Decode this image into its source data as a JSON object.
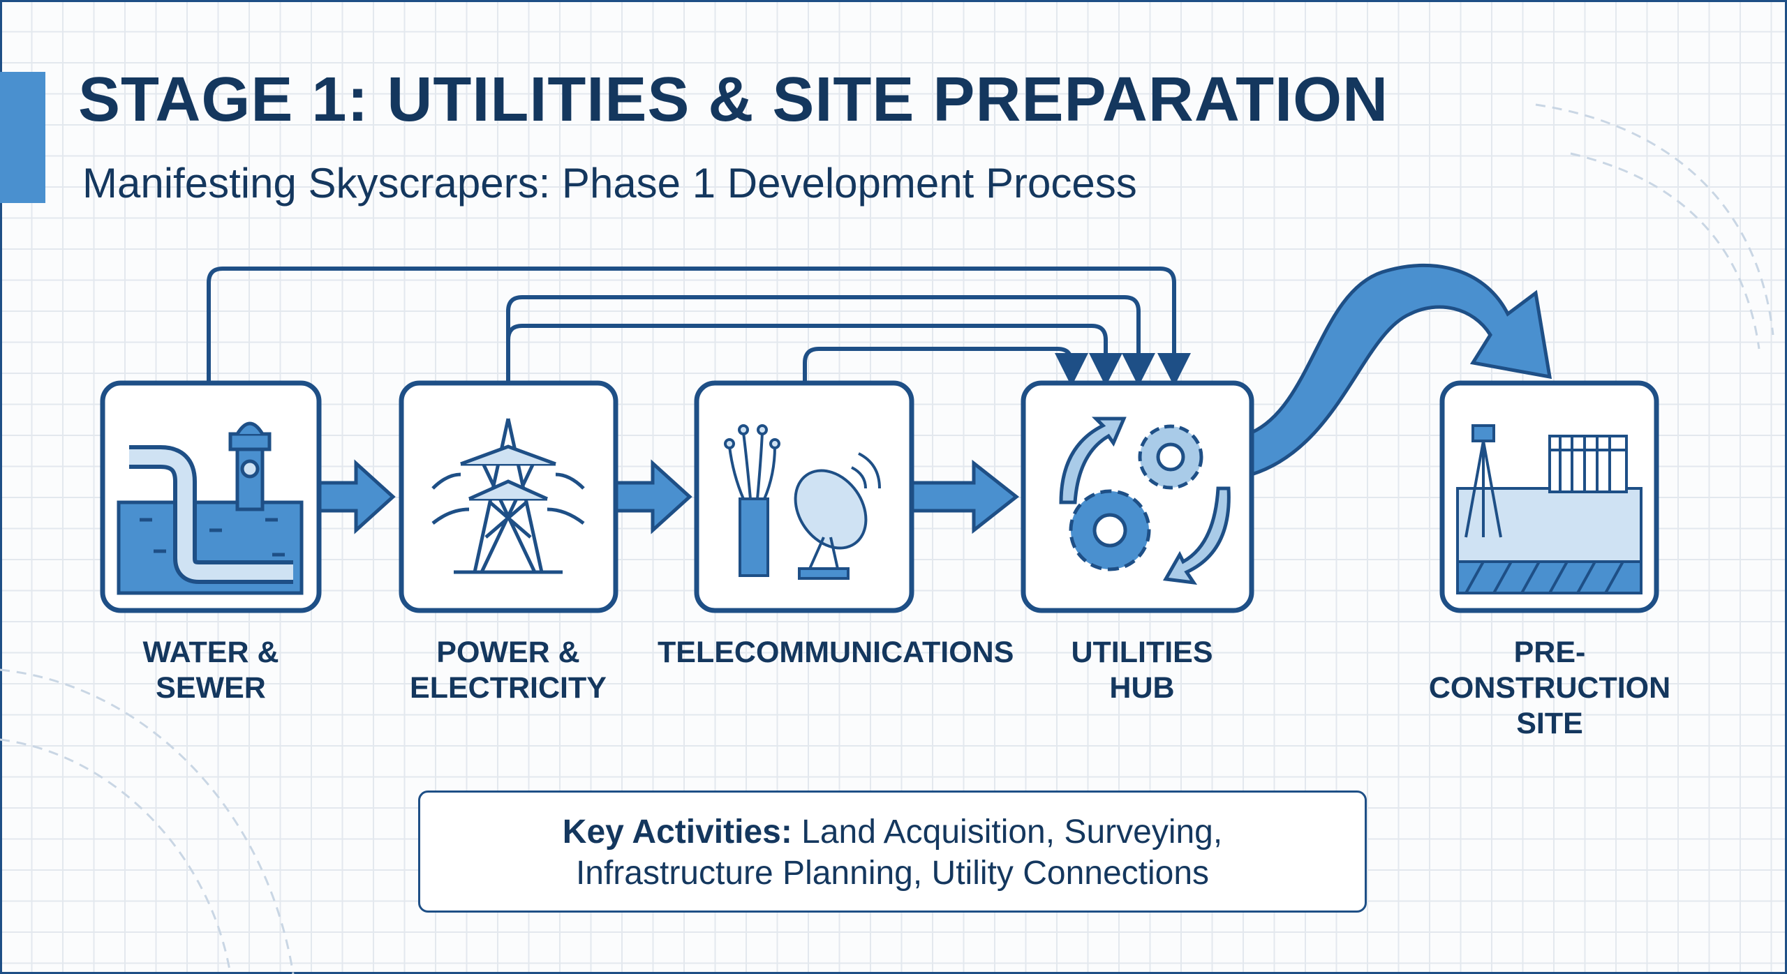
{
  "header": {
    "title": "STAGE 1: UTILITIES & SITE PREPARATION",
    "subtitle": "Manifesting Skyscrapers: Phase 1 Development Process"
  },
  "stages": [
    {
      "icon": "water-pipe-hydrant-icon",
      "line1": "WATER &",
      "line2": "SEWER"
    },
    {
      "icon": "power-tower-icon",
      "line1": "POWER &",
      "line2": "ELECTRICITY"
    },
    {
      "icon": "fiber-satellite-icon",
      "line1": "TELECOMMUNICATIONS",
      "line2": ""
    },
    {
      "icon": "gears-cycle-icon",
      "line1": "UTILITIES",
      "line2": "HUB"
    },
    {
      "icon": "survey-tripod-fence-icon",
      "line1": "PRE-CONSTRUCTION",
      "line2": "SITE"
    }
  ],
  "key_activities": {
    "label": "Key Activities:",
    "line1": "Land Acquisition, Surveying,",
    "line2": "Infrastructure Planning, Utility Connections"
  },
  "colors": {
    "primary": "#1e4f86",
    "accent": "#4a90cf",
    "light": "#a9cbe8",
    "text": "#14375e"
  }
}
